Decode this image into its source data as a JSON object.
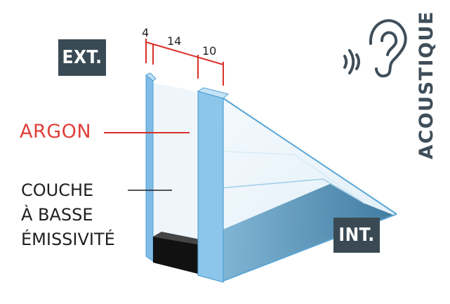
{
  "badges": {
    "exterior": "EXT.",
    "interior": "INT."
  },
  "labels": {
    "argon": "ARGON",
    "coating_line1": "COUCHE",
    "coating_line2": "À BASSE",
    "coating_line3": "ÉMISSIVITÉ"
  },
  "dimensions": {
    "pane1": "4",
    "gap": "14",
    "pane2": "10"
  },
  "acoustic": {
    "label": "ACOUSTIQUE"
  },
  "colors": {
    "accent_red": "#d9302a",
    "badge_bg": "#3a4a55",
    "glass_blue": "#8dc4ea",
    "spacer": "#111111"
  },
  "icons": {
    "acoustic": "ear-with-sound-waves-icon"
  }
}
